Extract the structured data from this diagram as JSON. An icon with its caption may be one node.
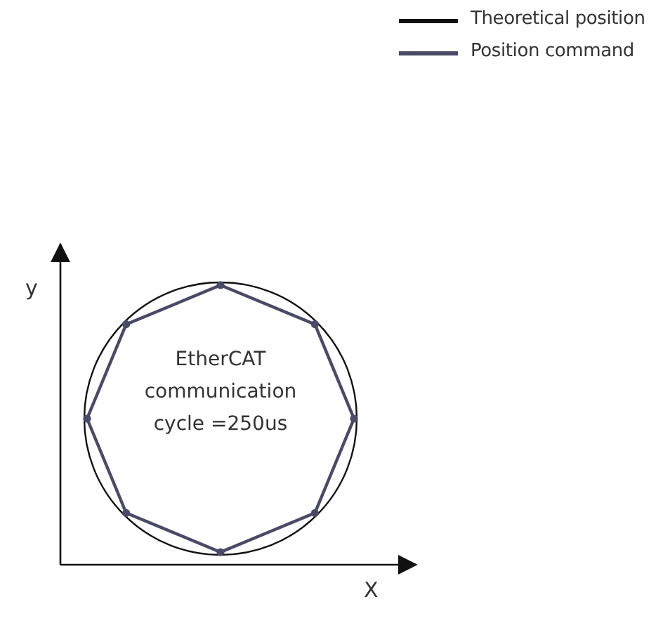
{
  "diagram": {
    "nodes": [
      {
        "text": [
          "EtherCAT communication cycle =250us"
        ]
      }
    ],
    "labels": [
      "y",
      "X"
    ],
    "legend": [
      {
        "text": "Theoretical position"
      },
      {
        "text": "Position command"
      }
    ]
  }
}
